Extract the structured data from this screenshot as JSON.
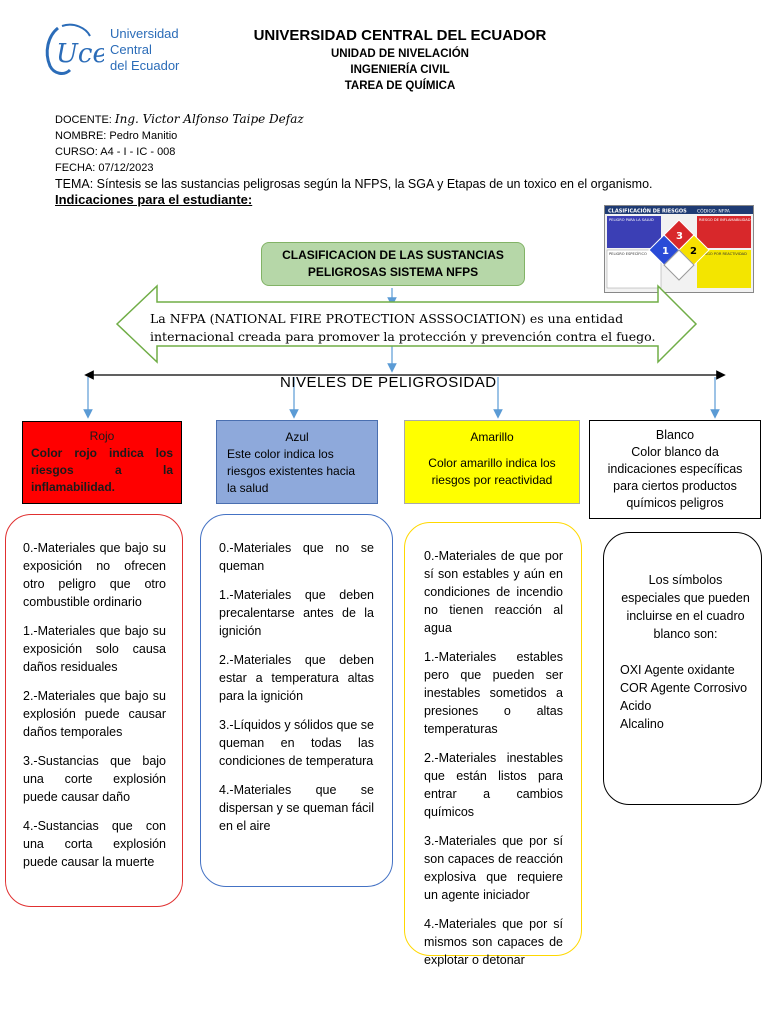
{
  "logo": {
    "mark": "Uce",
    "line1": "Universidad",
    "line2": "Central",
    "line3": "del Ecuador"
  },
  "header": {
    "university": "UNIVERSIDAD CENTRAL DEL ECUADOR",
    "unit": "UNIDAD DE NIVELACIÓN",
    "career": "INGENIERÍA CIVIL",
    "task": "TAREA DE QUÍMICA"
  },
  "info": {
    "docente_label": "DOCENTE:",
    "docente_value": "Ing. Victor Alfonso Taipe Defaz",
    "nombre": "NOMBRE: Pedro Manitio",
    "curso": "CURSO: A4 - I - IC - 008",
    "fecha": "FECHA: 07/12/2023",
    "tema": "TEMA:  Síntesis se las sustancias peligrosas según la NFPS, la SGA y Etapas de un toxico en el organismo.",
    "indicaciones": "Indicaciones para el estudiante:"
  },
  "placard": {
    "title": "CLASIFICACIÓN DE RIESGOS",
    "code": "CÓDIGO: NFPA",
    "health": "PELIGRO PARA LA SALUD",
    "fire": "RIESGO DE INFLAMABILIDAD",
    "specific": "PELIGRO ESPECÍFICO",
    "reactivity": "RIESGO POR REACTIVIDAD",
    "n_health": "1",
    "n_fire": "3",
    "n_react": "2"
  },
  "title_box": {
    "line1": "CLASIFICACION DE LAS SUSTANCIAS",
    "line2": "PELIGROSAS SISTEMA NFPS"
  },
  "arrow_text": {
    "line1": "La NFPA (NATIONAL FIRE PROTECTION ASSSOCIATION) es una entidad",
    "line2": "internacional creada para promover la protección y prevención contra el fuego."
  },
  "niveles": "NIVELES DE PELIGROSIDAD",
  "boxes": {
    "rojo": {
      "name": "Rojo",
      "desc": "Color rojo indica los riesgos a la inflamabilidad."
    },
    "azul": {
      "name": "Azul",
      "desc": "Este color indica los riesgos existentes hacia la salud"
    },
    "amarillo": {
      "name": "Amarillo",
      "desc": "Color amarillo indica los riesgos por reactividad"
    },
    "blanco": {
      "name": "Blanco",
      "desc": "Color blanco da indicaciones específicas para ciertos productos químicos peligros"
    }
  },
  "cards": {
    "rojo": [
      "0.-Materiales que bajo su exposición no ofrecen otro peligro que otro combustible ordinario",
      "1.-Materiales que bajo su exposición solo causa daños residuales",
      "2.-Materiales que bajo su explosión puede causar daños temporales",
      "3.-Sustancias que bajo una corte explosión puede causar daño",
      "4.-Sustancias que con una corta explosión puede causar la muerte"
    ],
    "azul": [
      "0.-Materiales que no se queman",
      "1.-Materiales que deben precalentarse antes de la ignición",
      "2.-Materiales que deben estar a temperatura altas para la ignición",
      "3.-Líquidos y sólidos que se queman en todas las condiciones de temperatura",
      "4.-Materiales que se dispersan y se queman fácil en el aire"
    ],
    "amarillo": [
      "0.-Materiales de que por sí son estables y aún en condiciones de incendio no tienen reacción al agua",
      "1.-Materiales estables pero que pueden ser inestables sometidos a presiones o altas temperaturas",
      "2.-Materiales inestables que están listos para entrar a cambios químicos",
      "3.-Materiales que por sí son capaces de reacción explosiva que requiere un agente iniciador",
      "4.-Materiales que por sí mismos son capaces de explotar o detonar"
    ],
    "blanco": {
      "intro": "Los símbolos especiales que pueden incluirse en el cuadro blanco son:",
      "symbols": [
        "OXI Agente oxidante",
        "COR Agente Corrosivo",
        "Acido",
        "Alcalino"
      ]
    }
  },
  "colors": {
    "rojo": "#ff0000",
    "azul": "#8ea9db",
    "amarillo": "#ffff00",
    "verde": "#b6d7a8",
    "connector": "#5b9bd5"
  }
}
